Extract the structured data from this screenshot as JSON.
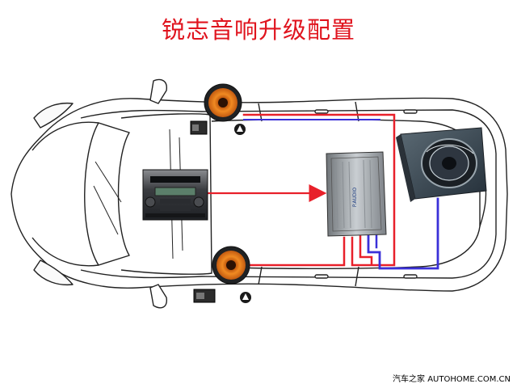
{
  "title": "锐志音响升级配置",
  "watermark": "汽车之家 AUTOHOME.COM.CN",
  "amplifier_brand": "P.AUDIO",
  "colors": {
    "title": "#e0141e",
    "signal_wire": "#e8202a",
    "speaker_wire_red": "#e8202a",
    "sub_wire": "#3a30d8",
    "car_outline": "#222222",
    "speaker_cone": "#e87c1a",
    "sub_box": "#3b4852"
  },
  "components": {
    "head_unit": "head-unit",
    "amplifier": "amplifier",
    "subwoofer": "subwoofer",
    "front_left_speaker": "speaker",
    "front_right_speaker": "speaker",
    "tweeters": "tweeter"
  }
}
